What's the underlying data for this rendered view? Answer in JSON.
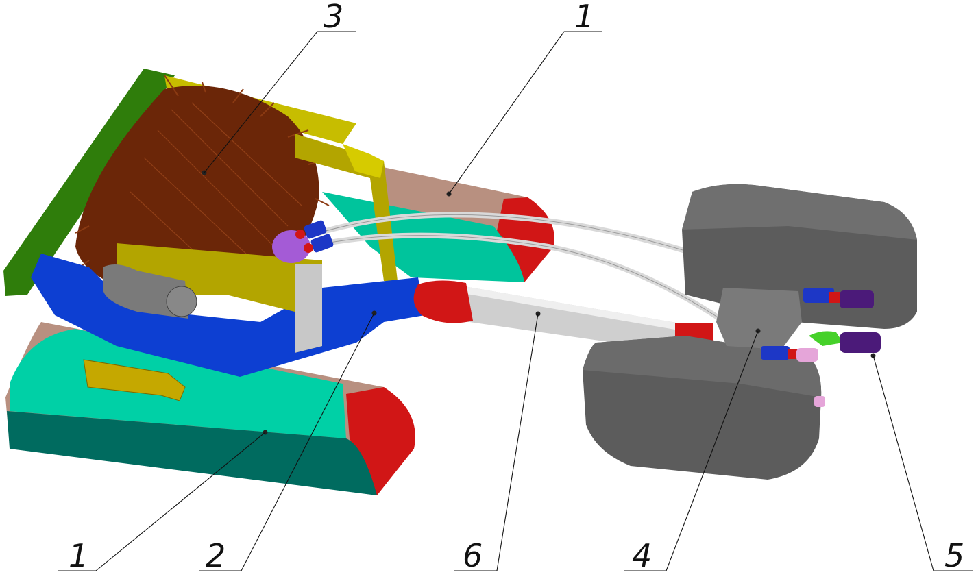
{
  "callouts": [
    {
      "id": "c3-top",
      "label": "3"
    },
    {
      "id": "c1-top",
      "label": "1"
    },
    {
      "id": "c1-bottom",
      "label": "1"
    },
    {
      "id": "c2-bottom",
      "label": "2"
    },
    {
      "id": "c6-bottom",
      "label": "6"
    },
    {
      "id": "c4-bottom",
      "label": "4"
    },
    {
      "id": "c5-bottom",
      "label": "5"
    }
  ],
  "colors": {
    "track_light": "#00d0a6",
    "track_dark": "#00695e",
    "track_tan": "#b89080",
    "track_red": "#d11616",
    "frame_blue": "#0d3fd2",
    "brush_brown": "#6b2608",
    "mount_green": "#2f7d0b",
    "plate_yellow": "#b3a500",
    "gray_body": "#5c5c5c",
    "hose_gray": "#d7d7d7",
    "connector_blue": "#1d37c6",
    "connector_purple": "#4b1a79"
  }
}
